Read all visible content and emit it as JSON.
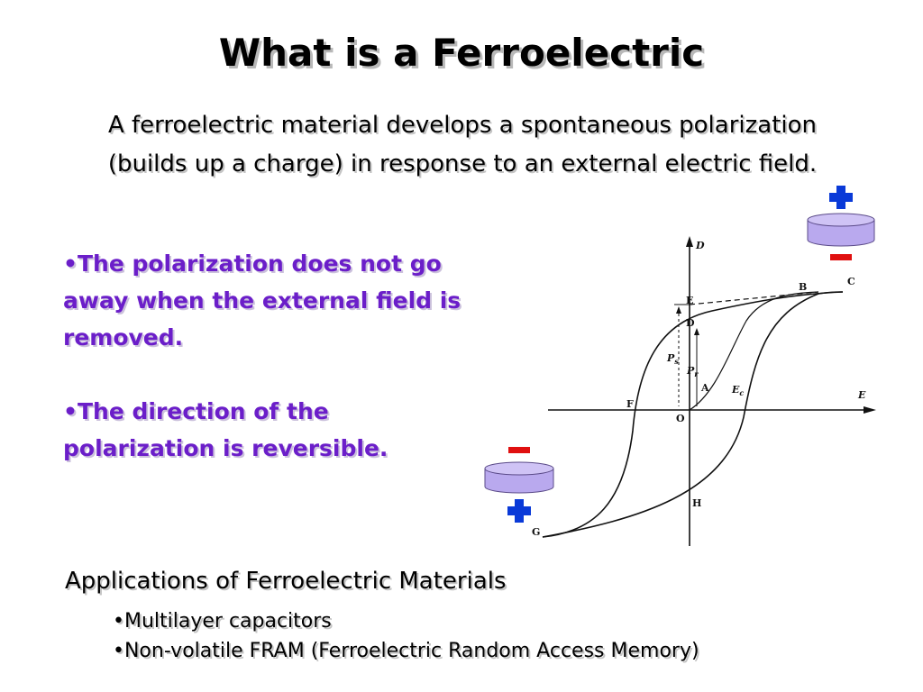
{
  "slide": {
    "title": "What is a Ferroelectric",
    "intro_line1": "A ferroelectric material develops a spontaneous polarization",
    "intro_line2": "(builds up a charge) in response to an external electric field.",
    "bullets": [
      "•The polarization does not go away when the external field is removed.",
      "•The direction of the polarization is reversible."
    ],
    "applications": {
      "heading": "Applications of Ferroelectric Materials",
      "items": [
        "•Multilayer capacitors",
        "•Non-volatile FRAM (Ferroelectric Random Access Memory)"
      ]
    }
  },
  "diagram": {
    "axis_y_label": "D",
    "axis_x_label": "E",
    "points": {
      "A": "A",
      "B": "B",
      "C": "C",
      "D": "D",
      "E": "E",
      "F": "F",
      "G": "G",
      "H": "H",
      "O": "O"
    },
    "ps_label": "P",
    "ps_sub": "s",
    "pr_label": "P",
    "pr_sub": "r",
    "ec_label": "E",
    "ec_sub": "c"
  },
  "colors": {
    "bullet_text": "#6b1ec9",
    "plus_sign": "#0a3ad8",
    "minus_sign": "#e01010",
    "capacitor": "#b9a9ee"
  },
  "icons": {
    "plus": "plus-icon",
    "minus": "minus-icon",
    "capacitor": "capacitor-disk-icon"
  }
}
